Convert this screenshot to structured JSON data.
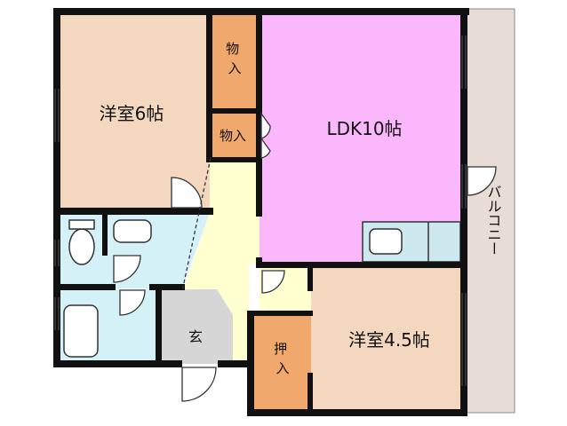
{
  "rooms": {
    "western_room_6": {
      "label": "洋室6帖"
    },
    "ldk": {
      "label": "LDK10帖"
    },
    "western_room_45": {
      "label": "洋室4.5帖"
    },
    "storage_top": {
      "label": "物入"
    },
    "storage_mid": {
      "label": "物入"
    },
    "closet": {
      "label": "押入"
    },
    "entrance": {
      "label": "玄"
    },
    "balcony": {
      "label": "バルコニー"
    }
  },
  "colors": {
    "western_room": "#f3d8bf",
    "storage": "#f1a86c",
    "ldk": "#fbb7fb",
    "hall": "#ffffd0",
    "wet_area": "#d4f1f8",
    "entrance": "#d6d6d6",
    "balcony": "#e7dcd6",
    "kitchen": "#cde8ee",
    "wall": "#111111"
  }
}
